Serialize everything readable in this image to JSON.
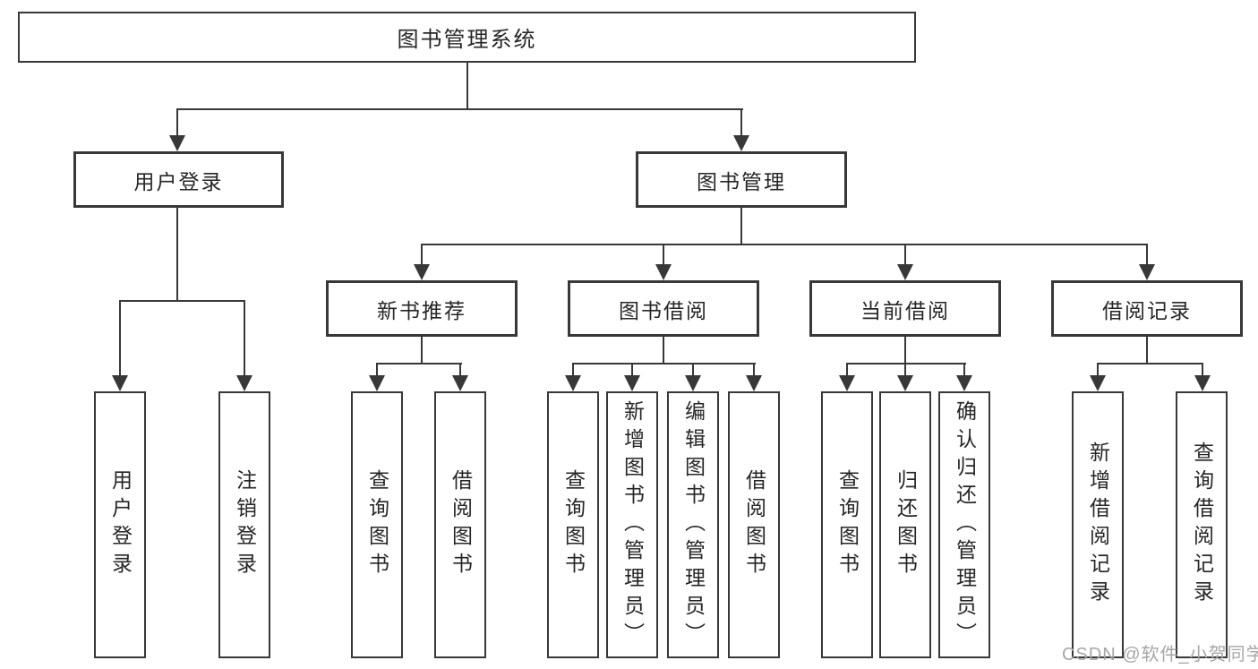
{
  "diagram": {
    "title": {
      "label": "图书管理系统"
    },
    "level2": [
      {
        "label": "用户登录"
      },
      {
        "label": "图书管理"
      }
    ],
    "level3": [
      {
        "label": "新书推荐"
      },
      {
        "label": "图书借阅"
      },
      {
        "label": "当前借阅"
      },
      {
        "label": "借阅记录"
      }
    ],
    "leaves": [
      {
        "label": "用户登录"
      },
      {
        "label": "注销登录"
      },
      {
        "label": "查询图书"
      },
      {
        "label": "借阅图书"
      },
      {
        "label": "查询图书"
      },
      {
        "label": "新增图书（管理员）"
      },
      {
        "label": "编辑图书（管理员）"
      },
      {
        "label": "借阅图书"
      },
      {
        "label": "查询图书"
      },
      {
        "label": "归还图书"
      },
      {
        "label": "确认归还（管理员）"
      },
      {
        "label": "新增借阅记录"
      },
      {
        "label": "查询借阅记录"
      }
    ]
  },
  "watermark": {
    "text": "CSDN @软件_小贺同学"
  },
  "colors": {
    "line": "#383838",
    "text": "#262626",
    "background": "#ffffff",
    "watermark": "#a6a6a6"
  }
}
